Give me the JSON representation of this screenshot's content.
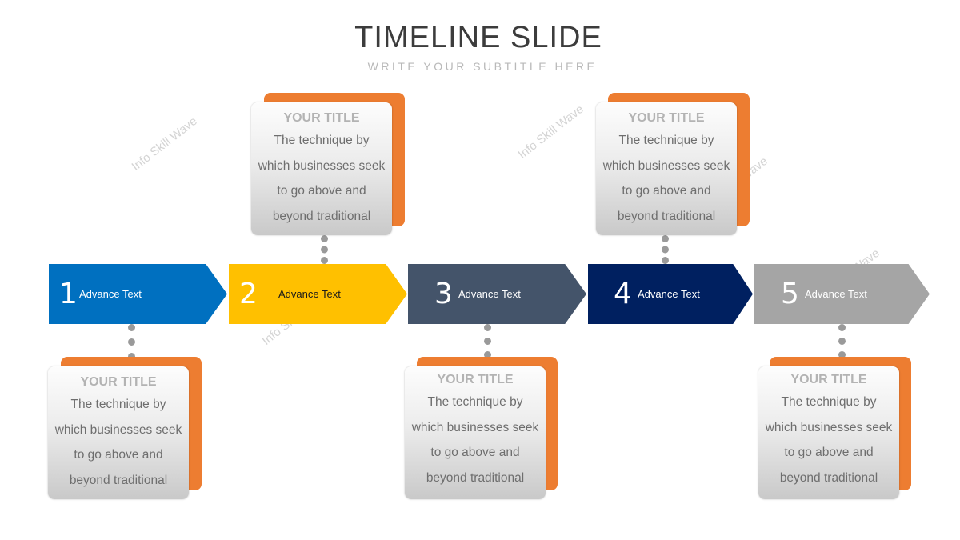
{
  "slide": {
    "title": "TIMELINE SLIDE",
    "subtitle": "WRITE YOUR SUBTITLE HERE"
  },
  "steps": [
    {
      "number": "1",
      "label": "Advance Text",
      "color": "#0070c0"
    },
    {
      "number": "2",
      "label": "Advance Text",
      "color": "#ffc000"
    },
    {
      "number": "3",
      "label": "Advance Text",
      "color": "#44546a"
    },
    {
      "number": "4",
      "label": "Advance Text",
      "color": "#002060"
    },
    {
      "number": "5",
      "label": "Advance Text",
      "color": "#a5a5a5"
    }
  ],
  "cards": [
    {
      "title": "YOUR TITLE",
      "body": [
        "The technique by",
        "which businesses seek",
        "to go above and",
        "beyond traditional"
      ]
    },
    {
      "title": "YOUR TITLE",
      "body": [
        "The technique by",
        "which businesses seek",
        "to go above and",
        "beyond traditional"
      ]
    },
    {
      "title": "YOUR TITLE",
      "body": [
        "The technique by",
        "which businesses seek",
        "to go above and",
        "beyond traditional"
      ]
    },
    {
      "title": "YOUR TITLE",
      "body": [
        "The technique by",
        "which businesses seek",
        "to go above and",
        "beyond traditional"
      ]
    },
    {
      "title": "YOUR TITLE",
      "body": [
        "The technique by",
        "which businesses seek",
        "to go above and",
        "beyond traditional"
      ]
    }
  ],
  "watermark": "Info Skill Wave",
  "accent_color": "#ed7d31"
}
